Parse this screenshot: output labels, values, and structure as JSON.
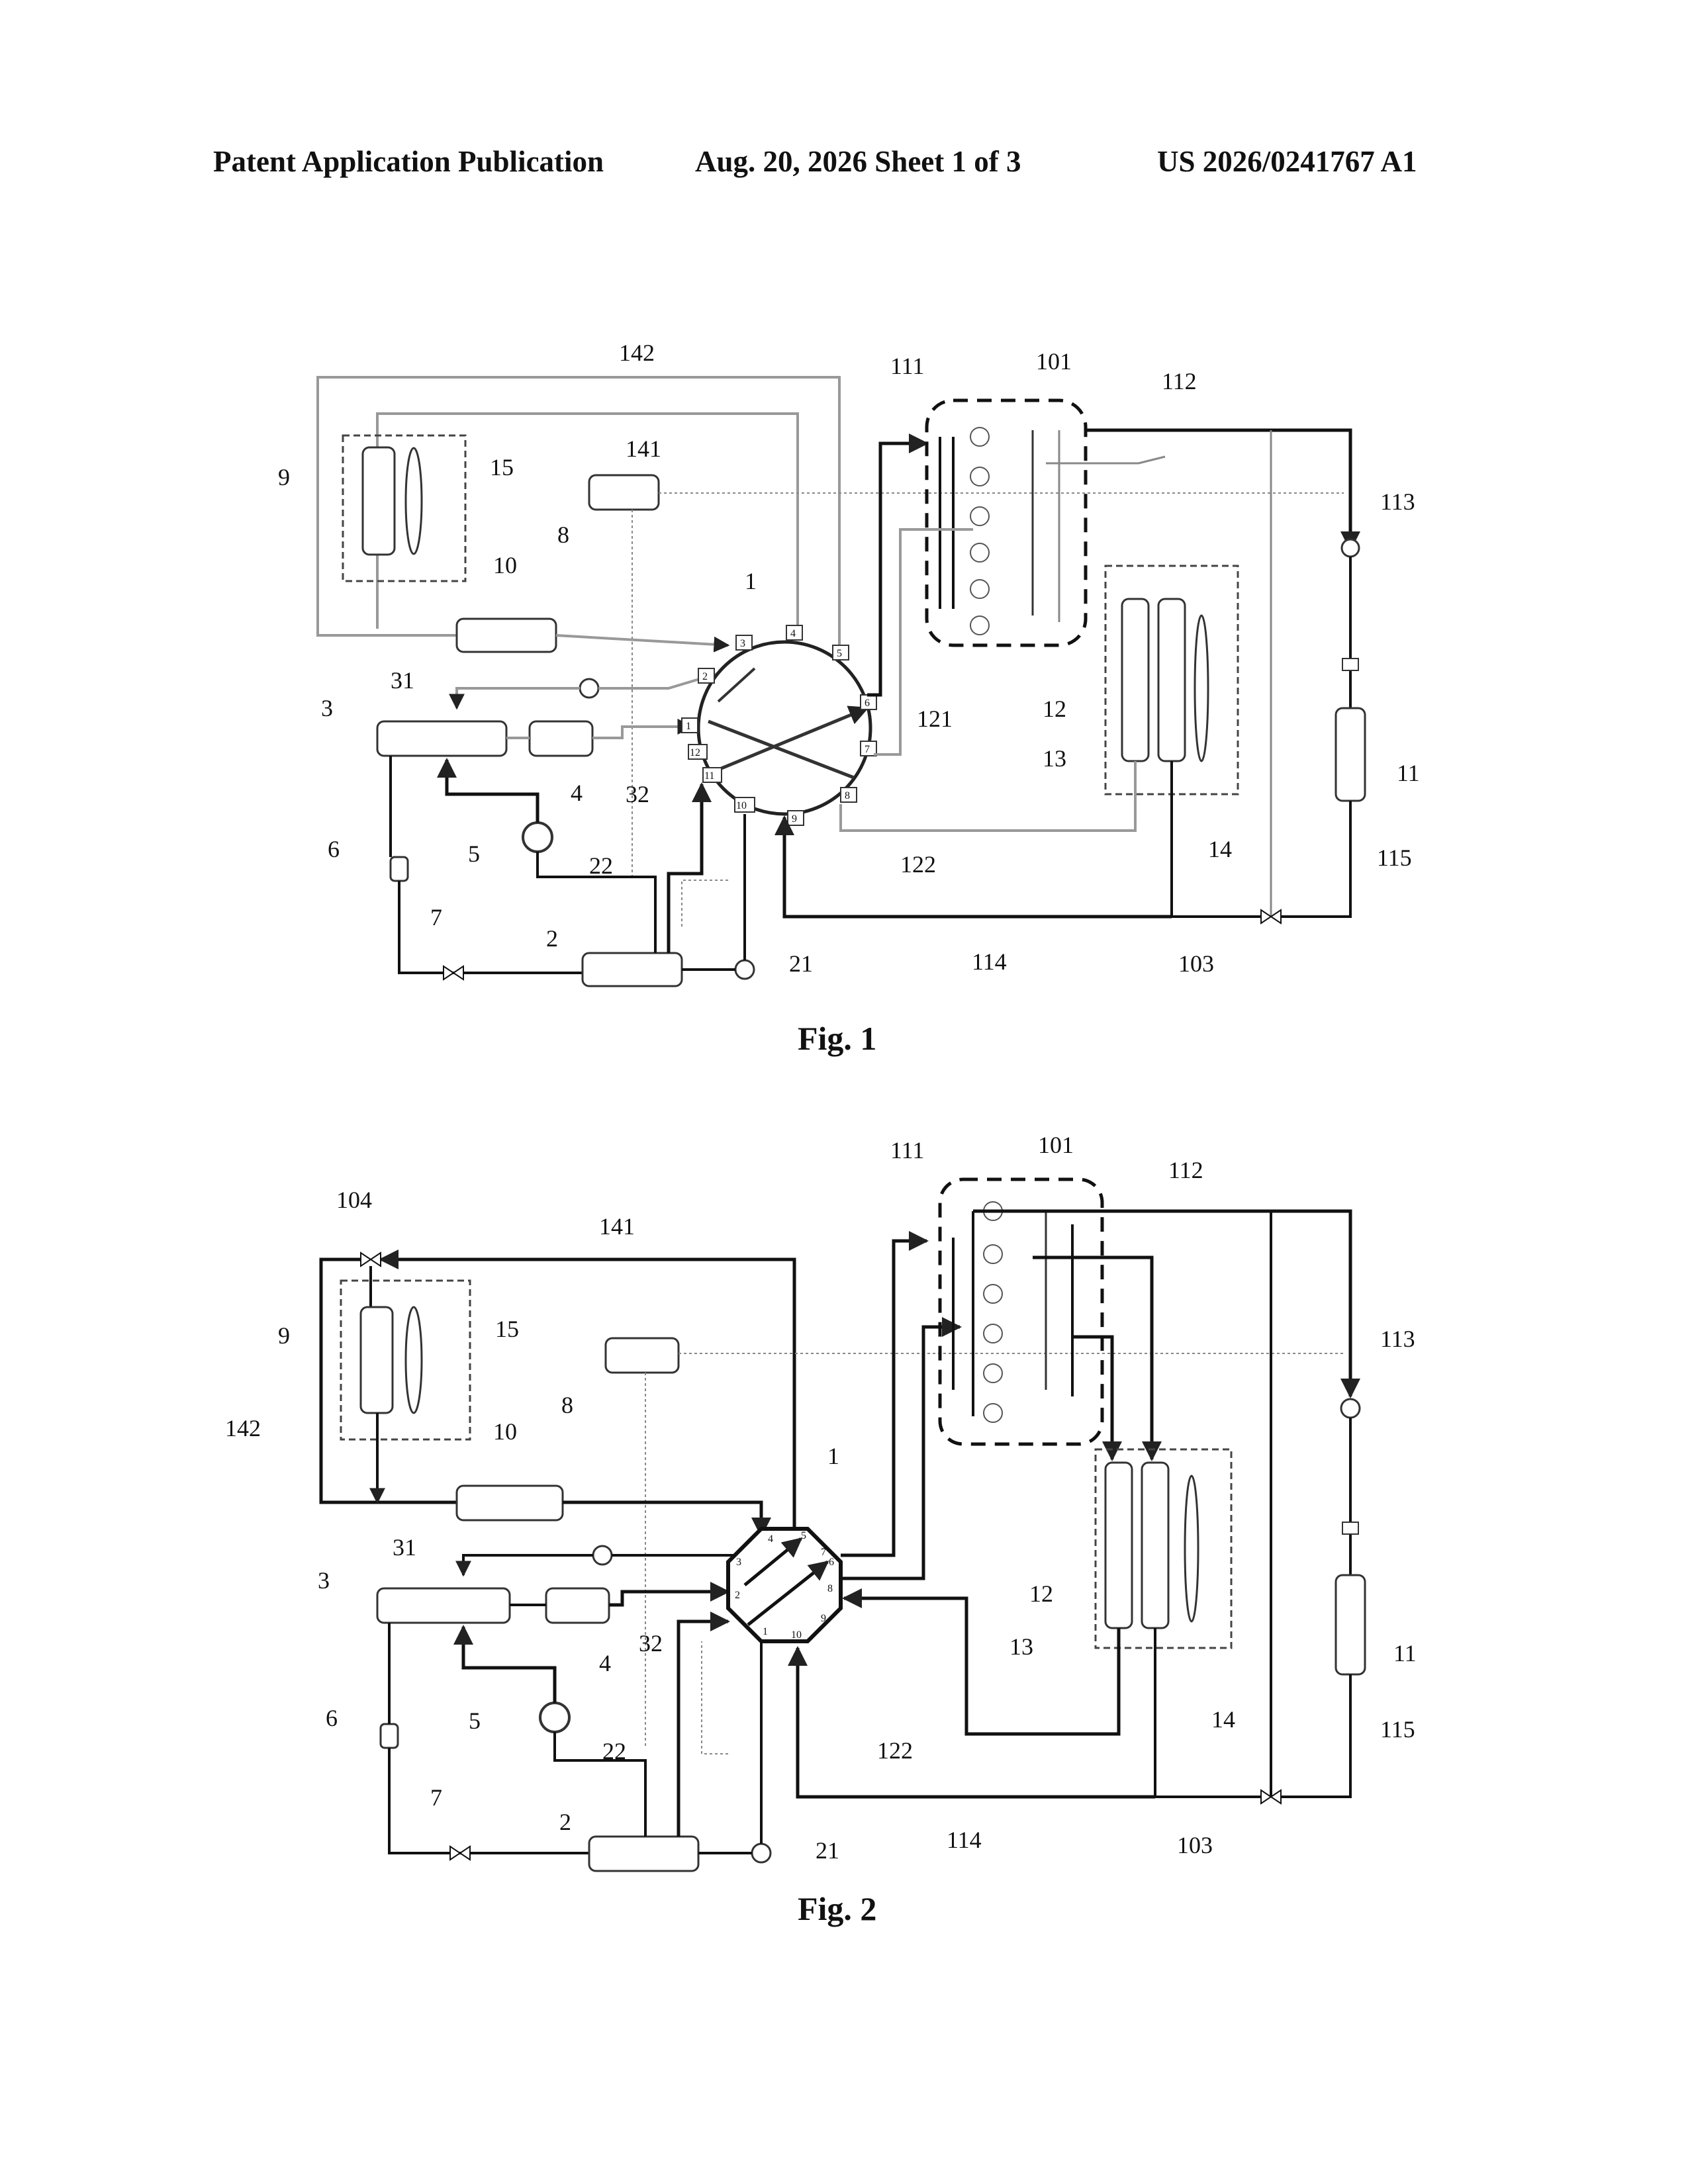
{
  "header": {
    "left": "Patent Application Publication",
    "middle": "Aug. 20, 2026  Sheet 1 of 3",
    "right": "US 2026/0241767 A1"
  },
  "figures": [
    {
      "caption": "Fig. 1",
      "labels": {
        "l142": "142",
        "l141": "141",
        "l111": "111",
        "l101": "101",
        "l112": "112",
        "l113": "113",
        "l9": "9",
        "l15": "15",
        "l8": "8",
        "l10": "10",
        "l1": "1",
        "l31": "31",
        "l3": "3",
        "l4": "4",
        "l32": "32",
        "l121": "121",
        "l12": "12",
        "l13": "13",
        "l11": "11",
        "l6": "6",
        "l5": "5",
        "l22": "22",
        "l14": "14",
        "l122": "122",
        "l115": "115",
        "l7": "7",
        "l2": "2",
        "l21": "21",
        "l114": "114",
        "l103": "103"
      },
      "ports": [
        "1",
        "2",
        "3",
        "4",
        "5",
        "6",
        "7",
        "8",
        "9",
        "10",
        "11",
        "12"
      ]
    },
    {
      "caption": "Fig. 2",
      "labels": {
        "l104": "104",
        "l141": "141",
        "l111": "111",
        "l101": "101",
        "l112": "112",
        "l113": "113",
        "l9": "9",
        "l15": "15",
        "l142": "142",
        "l8": "8",
        "l10": "10",
        "l1": "1",
        "l31": "31",
        "l3": "3",
        "l4": "4",
        "l32": "32",
        "l12": "12",
        "l13": "13",
        "l11": "11",
        "l6": "6",
        "l5": "5",
        "l14": "14",
        "l22": "22",
        "l122": "122",
        "l115": "115",
        "l7": "7",
        "l2": "2",
        "l21": "21",
        "l114": "114",
        "l103": "103"
      },
      "ports": [
        "1",
        "2",
        "3",
        "4",
        "5",
        "6",
        "7",
        "8",
        "9",
        "10"
      ]
    }
  ]
}
